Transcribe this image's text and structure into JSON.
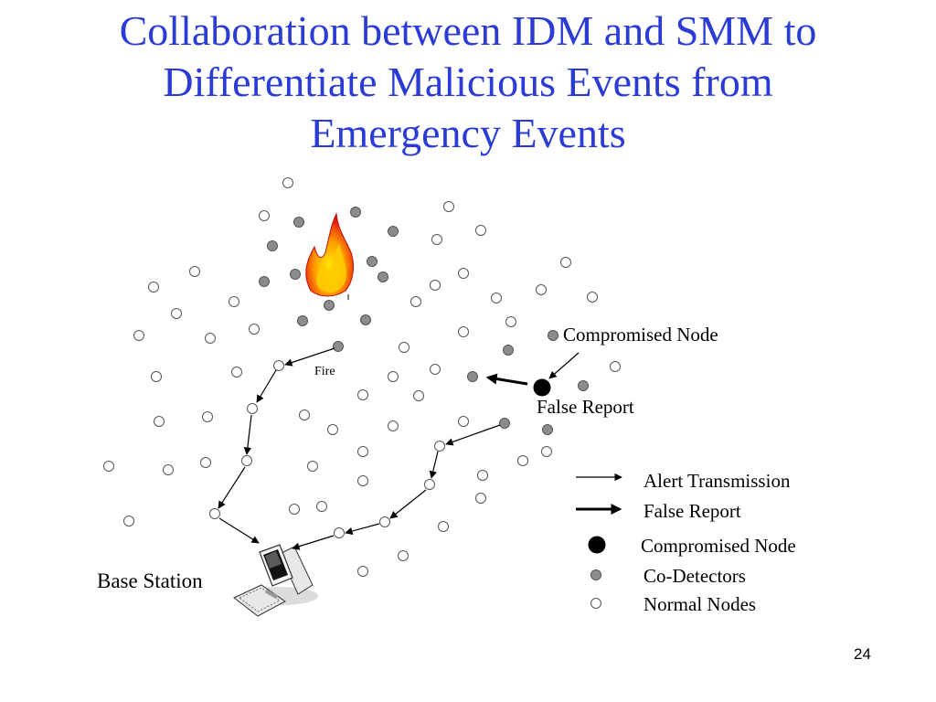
{
  "title": {
    "line1": "Collaboration between IDM and SMM to",
    "line2": "Differentiate Malicious Events from",
    "line3": "Emergency Events"
  },
  "labels": {
    "fire": "Fire",
    "compromised_node": "Compromised Node",
    "false_report": "False Report",
    "base_station": "Base Station"
  },
  "legend": {
    "alert_transmission": "Alert Transmission",
    "false_report": "False Report",
    "compromised_node": "Compromised Node",
    "co_detectors": "Co-Detectors",
    "normal_nodes": "Normal Nodes"
  },
  "colors": {
    "title": "#2b3bd6",
    "co_detector_fill": "#8c8c8c",
    "compromised_fill": "#000000",
    "normal_fill": "#ffffff"
  },
  "icons": [
    "fire-icon",
    "computer-icon"
  ],
  "page_number": "24"
}
